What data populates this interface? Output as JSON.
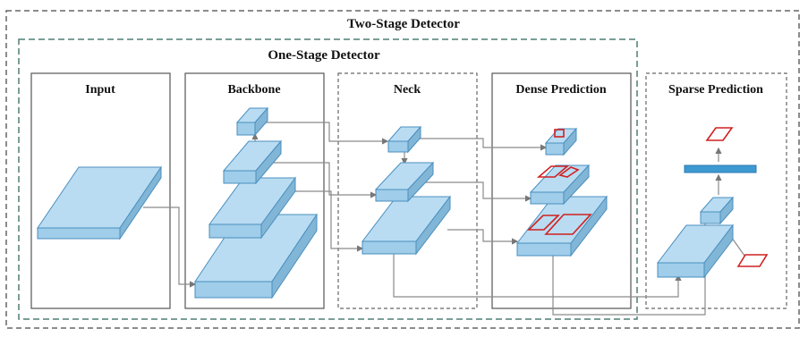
{
  "diagram": {
    "title_two_stage": "Two-Stage Detector",
    "title_one_stage": "One-Stage Detector",
    "panels": {
      "input": "Input",
      "backbone": "Backbone",
      "neck": "Neck",
      "dense": "Dense Prediction",
      "sparse": "Sparse Prediction"
    },
    "colors": {
      "box_top": "#b9dcf2",
      "box_front": "#9fcdea",
      "box_side": "#82b6d6",
      "box_stroke": "#4a8fbf",
      "red_box": "#d02020",
      "bar": "#3d9ad1"
    }
  }
}
